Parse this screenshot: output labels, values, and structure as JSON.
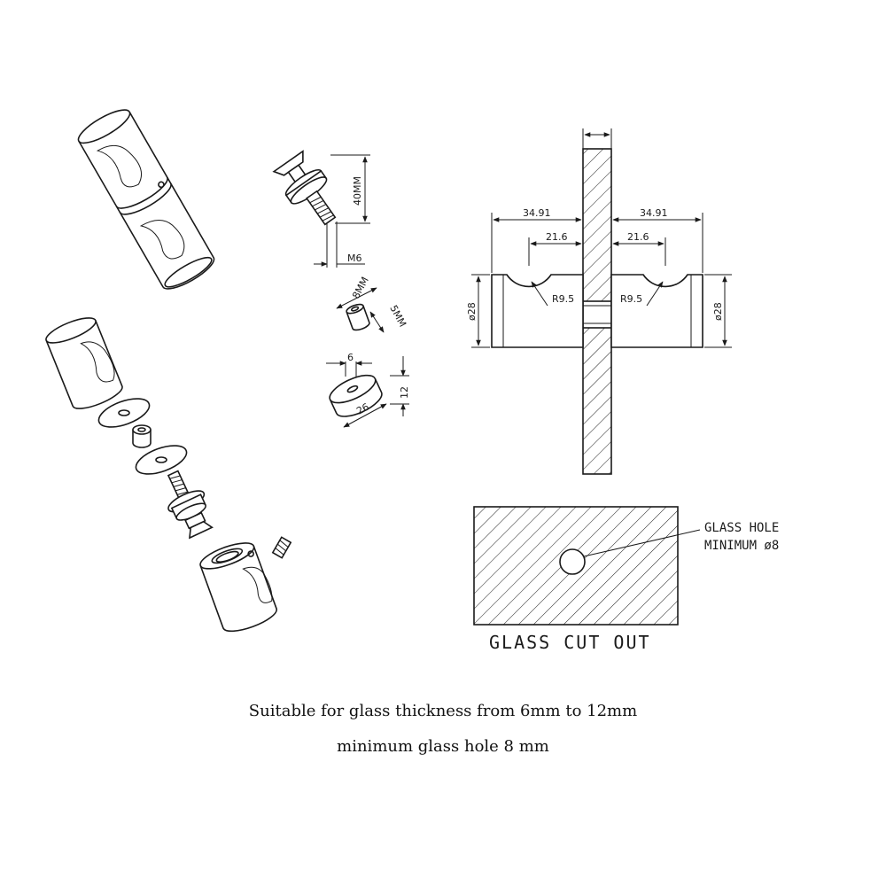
{
  "dimensions": {
    "screw_length": "40MM",
    "thread": "M6",
    "sleeve_length": "8MM",
    "sleeve_diameter": "5MM",
    "washer_hole": "6",
    "washer_diameter": "26",
    "washer_thickness": "12",
    "left_length": "34.91",
    "right_length": "34.91",
    "left_inner": "21.6",
    "right_inner": "21.6",
    "left_radius": "R9.5",
    "right_radius": "R9.5",
    "left_diameter": "ø28",
    "right_diameter": "ø28"
  },
  "cutout": {
    "hole_label_line1": "GLASS HOLE",
    "hole_label_line2": "MINIMUM ø8",
    "title": "GLASS CUT OUT"
  },
  "captions": {
    "line1": "Suitable for glass thickness from 6mm to 12mm",
    "line2": "minimum glass hole 8 mm"
  }
}
